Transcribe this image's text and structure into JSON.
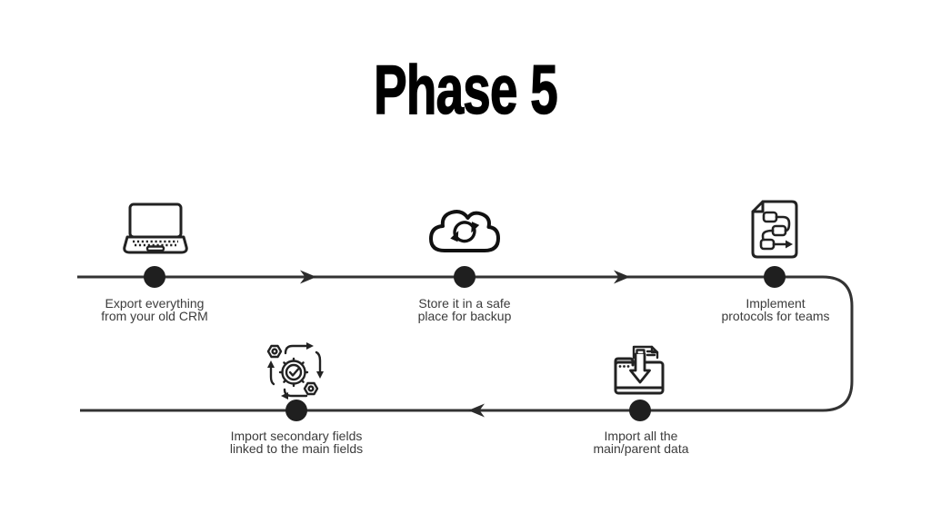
{
  "title": "Phase 5",
  "colors": {
    "background": "#ffffff",
    "title": "#000000",
    "line": "#333333",
    "node_dot": "#1f1f1f",
    "label_text": "#3c3c3c",
    "icon_stroke": "#222222"
  },
  "timeline": {
    "top_row_direction": "left-to-right",
    "bottom_row_direction": "right-to-left"
  },
  "steps": [
    {
      "order": 1,
      "row": "top",
      "icon": "laptop-icon",
      "label_line1": "Export everything",
      "label_line2": "from your old CRM"
    },
    {
      "order": 2,
      "row": "top",
      "icon": "cloud-sync-icon",
      "label_line1": "Store it in a safe",
      "label_line2": "place for backup"
    },
    {
      "order": 3,
      "row": "top",
      "icon": "workflow-document-icon",
      "label_line1": "Implement",
      "label_line2": "protocols for teams"
    },
    {
      "order": 4,
      "row": "bottom",
      "icon": "import-data-icon",
      "label_line1": "Import all the",
      "label_line2": "main/parent data"
    },
    {
      "order": 5,
      "row": "bottom",
      "icon": "process-gears-icon",
      "label_line1": "Import secondary fields",
      "label_line2": "linked to the main fields"
    }
  ]
}
